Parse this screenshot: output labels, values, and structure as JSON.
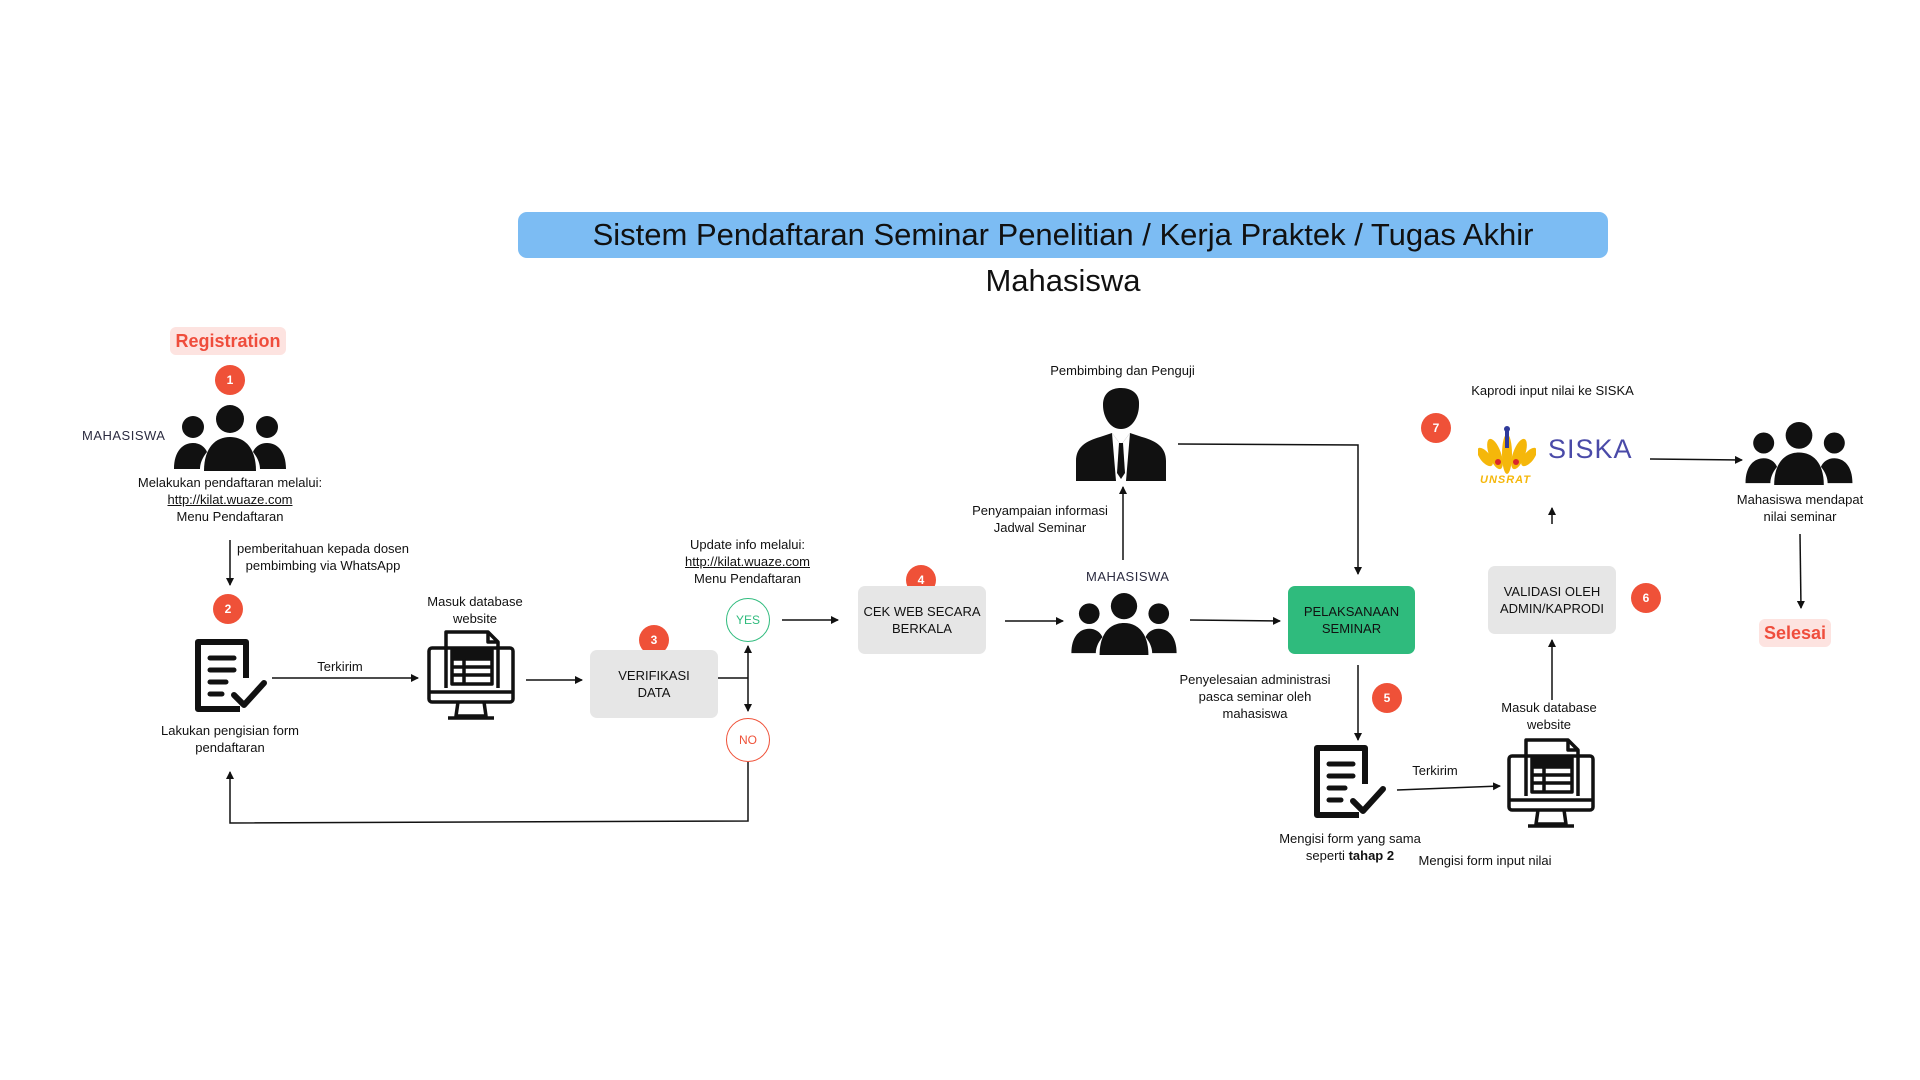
{
  "title": "Sistem Pendaftaran Seminar Penelitian / Kerja Praktek / Tugas Akhir Mahasiswa",
  "tags": {
    "registration": "Registration",
    "selesai": "Selesai"
  },
  "badges": [
    "1",
    "2",
    "3",
    "4",
    "5",
    "6",
    "7"
  ],
  "labels": {
    "mahasiswa_left": "MAHASISWA",
    "daftar_line1": "Melakukan pendaftaran melalui:",
    "daftar_link": "http://kilat.wuaze.com",
    "daftar_line3": "Menu Pendaftaran",
    "notif_line1": "pemberitahuan kepada dosen",
    "notif_line2": "pembimbing via WhatsApp",
    "form_line1": "Lakukan pengisian form",
    "form_line2": "pendaftaran",
    "terkirim_1": "Terkirim",
    "db1_line1": "Masuk database",
    "db1_line2": "website",
    "update_line1": "Update info melalui:",
    "update_link": "http://kilat.wuaze.com",
    "update_line3": "Menu Pendaftaran",
    "pembimbing": "Pembimbing dan Penguji",
    "jadwal_line1": "Penyampaian informasi",
    "jadwal_line2": "Jadwal Seminar",
    "mahasiswa_mid": "MAHASISWA",
    "admin_line1": "Penyelesaian administrasi",
    "admin_line2": "pasca seminar oleh",
    "admin_line3": "mahasiswa",
    "form2_line1": "Mengisi form yang sama",
    "form2_line2a": "seperti ",
    "form2_line2b": "tahap 2",
    "terkirim_2": "Terkirim",
    "db2_line1": "Masuk database",
    "db2_line2": "website",
    "input_nilai": "Mengisi form input nilai",
    "kaprodi": "Kaprodi input nilai ke SISKA",
    "siska": "SISKA",
    "unsrat": "UNSRAT",
    "hasil_line1": "Mahasiswa mendapat",
    "hasil_line2": "nilai seminar"
  },
  "boxes": {
    "verifikasi_1": "VERIFIKASI",
    "verifikasi_2": "DATA",
    "cekweb_1": "CEK WEB SECARA",
    "cekweb_2": "BERKALA",
    "pelaksanaan_1": "PELAKSANAAN",
    "pelaksanaan_2": "SEMINAR",
    "validasi_1": "VALIDASI OLEH",
    "validasi_2": "ADMIN/KAPRODI"
  },
  "decision": {
    "yes": "YES",
    "no": "NO"
  },
  "colors": {
    "title_bg": "#7cbcf3",
    "badge": "#ef5138",
    "tag_bg": "#fde3e0",
    "tag_text": "#ef4d3c",
    "box_gray": "#e6e6e6",
    "box_green": "#2fbb7d",
    "yes": "#2fbb7d",
    "no": "#ef5138"
  },
  "icons": [
    "people-icon",
    "form-check-icon",
    "database-computer-icon",
    "businessman-icon",
    "siska-logo-icon"
  ]
}
